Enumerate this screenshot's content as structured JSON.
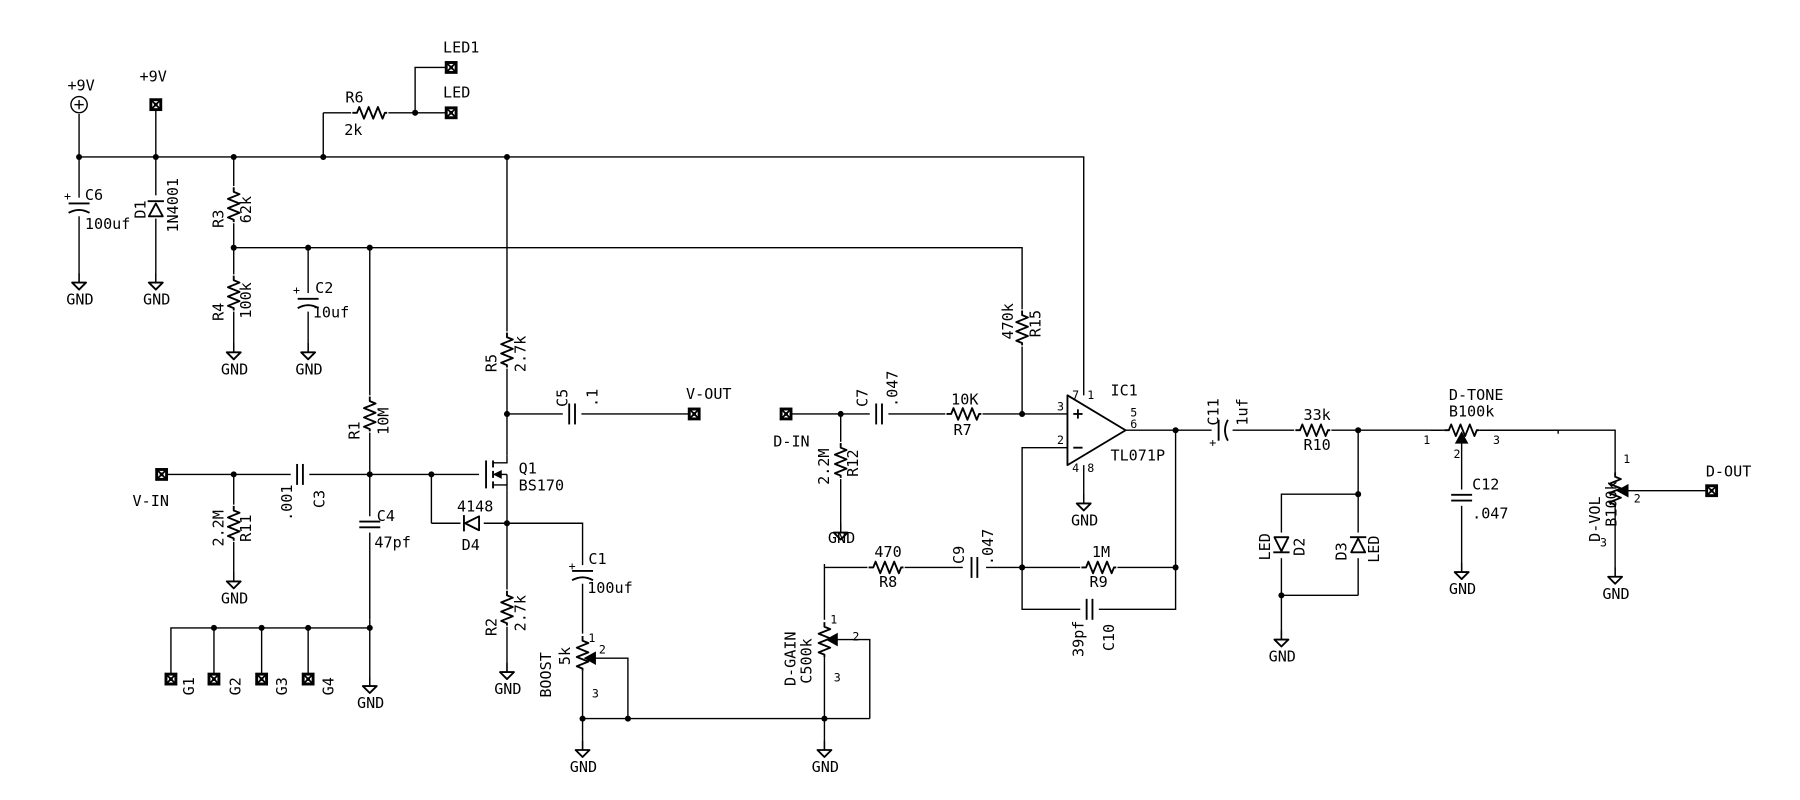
{
  "components": {
    "c6": {
      "ref": "C6",
      "value": "100uf"
    },
    "d1": {
      "ref": "D1",
      "value": "1N4001"
    },
    "r3": {
      "ref": "R3",
      "value": "62k"
    },
    "r4": {
      "ref": "R4",
      "value": "100k"
    },
    "c2": {
      "ref": "C2",
      "value": "10uf"
    },
    "r6": {
      "ref": "R6",
      "value": "2k"
    },
    "r5": {
      "ref": "R5",
      "value": "2.7k"
    },
    "c5": {
      "ref": "C5",
      "value": ".1"
    },
    "r1": {
      "ref": "R1",
      "value": "10M"
    },
    "q1": {
      "ref": "Q1",
      "value": "BS170"
    },
    "c3": {
      "ref": "C3",
      "value": ".001"
    },
    "r11": {
      "ref": "R11",
      "value": "2.2M"
    },
    "c4": {
      "ref": "C4",
      "value": "47pf"
    },
    "d4": {
      "ref": "D4",
      "value": "4148"
    },
    "r2": {
      "ref": "R2",
      "value": "2.7k"
    },
    "c1": {
      "ref": "C1",
      "value": "100uf"
    },
    "boost": {
      "ref": "BOOST",
      "value": "5k"
    },
    "c7": {
      "ref": "C7",
      "value": ".047"
    },
    "r12": {
      "ref": "R12",
      "value": "2.2M"
    },
    "r7": {
      "ref": "R7",
      "value": "10K"
    },
    "r15": {
      "ref": "R15",
      "value": "470k"
    },
    "r8": {
      "ref": "R8",
      "value": "470"
    },
    "c9": {
      "ref": "C9",
      "value": ".047"
    },
    "r9": {
      "ref": "R9",
      "value": "1M"
    },
    "c10": {
      "ref": "C10",
      "value": "39pf"
    },
    "dgain": {
      "ref": "D-GAIN",
      "value": "C500k"
    },
    "ic1": {
      "ref": "IC1",
      "value": "TL071P"
    },
    "c11": {
      "ref": "C11",
      "value": "1uf"
    },
    "r10": {
      "ref": "R10",
      "value": "33k"
    },
    "dtone": {
      "ref": "D-TONE",
      "value": "B100k"
    },
    "c12": {
      "ref": "C12",
      "value": ".047"
    },
    "d2": {
      "ref": "D2",
      "value": "LED"
    },
    "d3": {
      "ref": "D3",
      "value": "LED"
    },
    "dvol": {
      "ref": "D-VOL",
      "value": "B100k"
    }
  },
  "pins": {
    "ic1": {
      "p1": "1",
      "p2": "2",
      "p3": "3",
      "p4": "4",
      "p5": "5",
      "p6": "6",
      "p7": "7",
      "p8": "8"
    },
    "pot_pin1": "1",
    "pot_pin2": "2",
    "pot_pin3": "3"
  },
  "connectors": {
    "pwr_symbol": "+9V",
    "pwr_pad": "+9V",
    "led1": "LED1",
    "led": "LED",
    "v_in": "V-IN",
    "v_out": "V-OUT",
    "d_in": "D-IN",
    "d_out": "D-OUT",
    "g1": "G1",
    "g2": "G2",
    "g3": "G3",
    "g4": "G4"
  },
  "ground_label": "GND",
  "polarity_plus": "+"
}
